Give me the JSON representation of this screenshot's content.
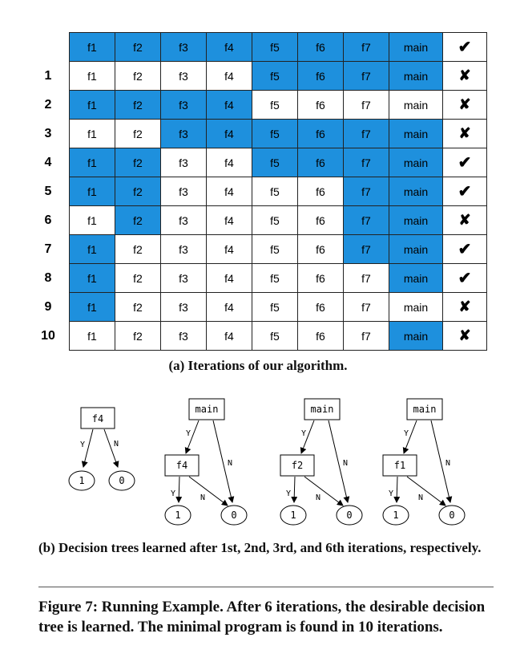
{
  "table": {
    "header": {
      "cells": [
        {
          "label": "f1",
          "hl": true
        },
        {
          "label": "f2",
          "hl": true
        },
        {
          "label": "f3",
          "hl": true
        },
        {
          "label": "f4",
          "hl": true
        },
        {
          "label": "f5",
          "hl": true
        },
        {
          "label": "f6",
          "hl": true
        },
        {
          "label": "f7",
          "hl": true
        },
        {
          "label": "main",
          "hl": true
        }
      ],
      "result": "✔"
    },
    "rows": [
      {
        "label": "1",
        "hl": [
          false,
          false,
          false,
          false,
          true,
          true,
          true,
          true
        ],
        "result": "✘"
      },
      {
        "label": "2",
        "hl": [
          true,
          true,
          true,
          true,
          false,
          false,
          false,
          false
        ],
        "result": "✘"
      },
      {
        "label": "3",
        "hl": [
          false,
          false,
          true,
          true,
          true,
          true,
          true,
          true
        ],
        "result": "✘"
      },
      {
        "label": "4",
        "hl": [
          true,
          true,
          false,
          false,
          true,
          true,
          true,
          true
        ],
        "result": "✔"
      },
      {
        "label": "5",
        "hl": [
          true,
          true,
          false,
          false,
          false,
          false,
          true,
          true
        ],
        "result": "✔"
      },
      {
        "label": "6",
        "hl": [
          false,
          true,
          false,
          false,
          false,
          false,
          true,
          true
        ],
        "result": "✘"
      },
      {
        "label": "7",
        "hl": [
          true,
          false,
          false,
          false,
          false,
          false,
          true,
          true
        ],
        "result": "✔"
      },
      {
        "label": "8",
        "hl": [
          true,
          false,
          false,
          false,
          false,
          false,
          false,
          true
        ],
        "result": "✔"
      },
      {
        "label": "9",
        "hl": [
          true,
          false,
          false,
          false,
          false,
          false,
          false,
          false
        ],
        "result": "✘"
      },
      {
        "label": "10",
        "hl": [
          false,
          false,
          false,
          false,
          false,
          false,
          false,
          true
        ],
        "result": "✘"
      }
    ],
    "names": [
      "f1",
      "f2",
      "f3",
      "f4",
      "f5",
      "f6",
      "f7",
      "main"
    ],
    "highlight_color": "#1e90dd"
  },
  "caption_a": "(a) Iterations of our algorithm.",
  "trees": [
    {
      "root": "f4",
      "yes": "Y",
      "no": "N",
      "leaf1": "1",
      "leaf0": "0"
    },
    {
      "root": "main",
      "child": "f4",
      "yes": "Y",
      "no": "N",
      "yes2": "Y",
      "no2": "N",
      "leaf1": "1",
      "leaf0": "0"
    },
    {
      "root": "main",
      "child": "f2",
      "yes": "Y",
      "no": "N",
      "yes2": "Y",
      "no2": "N",
      "leaf1": "1",
      "leaf0": "0"
    },
    {
      "root": "main",
      "child": "f1",
      "yes": "Y",
      "no": "N",
      "yes2": "Y",
      "no2": "N",
      "leaf1": "1",
      "leaf0": "0"
    }
  ],
  "caption_b": "(b) Decision trees learned after 1st, 2nd, 3rd, and 6th iterations, respectively.",
  "figure_caption": "Figure 7: Running Example. After 6 iterations, the desirable decision tree is learned. The minimal program is found in 10 iterations."
}
